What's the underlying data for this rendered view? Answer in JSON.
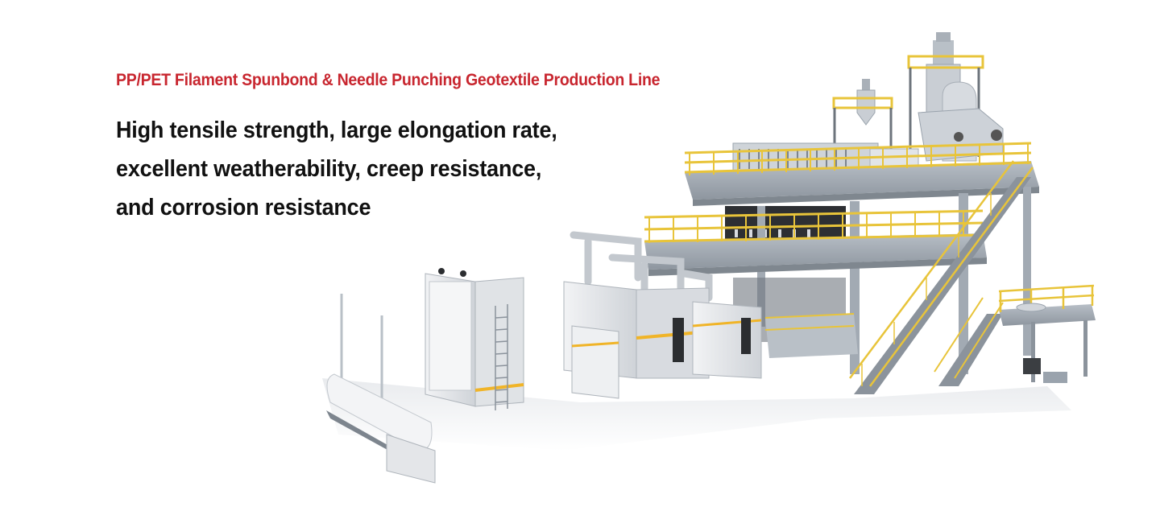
{
  "banner": {
    "subtitle": "PP/PET Filament Spunbond & Needle Punching Geotextile Production Line",
    "headline_lines": [
      "High tensile strength, large elongation rate,",
      "excellent weatherability, creep resistance,",
      "and corrosion resistance"
    ],
    "illustration": "production-line-machinery-illustration"
  },
  "colors": {
    "subtitle": "#c8262f",
    "headline": "#111111",
    "background": "#ffffff",
    "railing": "#e8c43a",
    "steel": "#9aa3ad",
    "machine_body": "#e4e6e9",
    "accent_stripe": "#f0b428"
  }
}
